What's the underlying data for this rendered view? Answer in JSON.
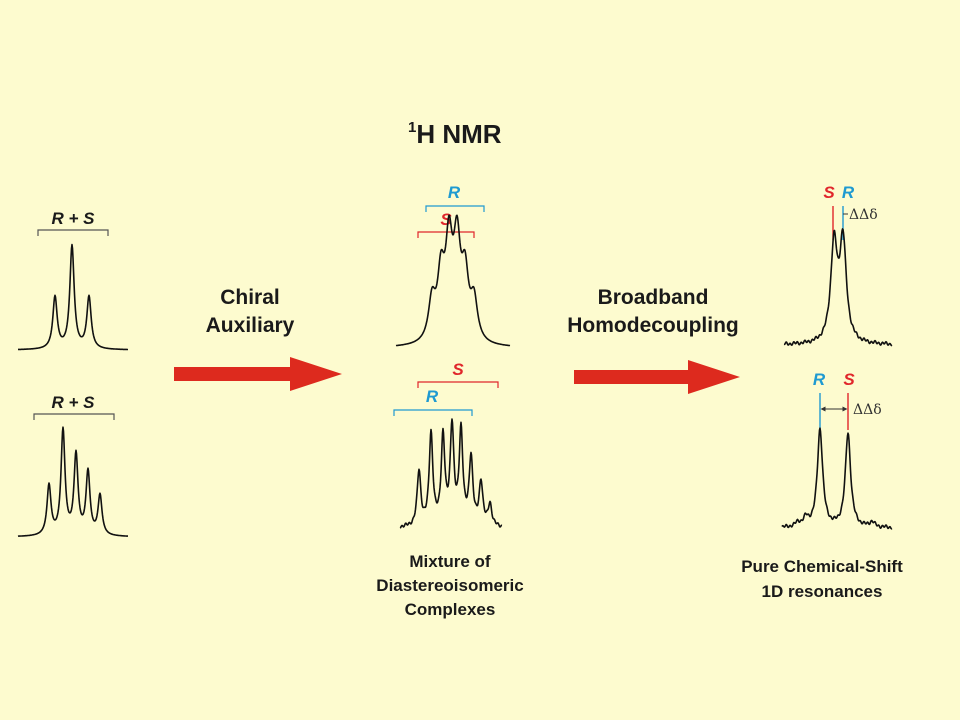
{
  "colors": {
    "background": "#fdfbcf",
    "r_label": "#1f9ad1",
    "s_label": "#e0262b",
    "bracket_gray": "#555555",
    "arrow": "#dd2a1e"
  },
  "title": {
    "sup": "1",
    "text": "H NMR"
  },
  "left_panel": {
    "top_label": "R + S",
    "bottom_label": "R + S"
  },
  "arrow1": {
    "line1": "Chiral",
    "line2": "Auxiliary"
  },
  "middle_panel": {
    "top_r": "R",
    "top_s": "S",
    "bottom_s": "S",
    "bottom_r": "R",
    "caption_1": "Mixture of",
    "caption_2": "Diastereoisomeric",
    "caption_3": "Complexes"
  },
  "arrow2": {
    "line1": "Broadband",
    "line2": "Homodecoupling"
  },
  "right_panel": {
    "top_s": "S",
    "top_r": "R",
    "top_delta": "ΔΔδ",
    "bottom_r": "R",
    "bottom_s": "S",
    "bottom_delta": "ΔΔδ",
    "caption_1": "Pure Chemical-Shift",
    "caption_2": "1D resonances"
  }
}
